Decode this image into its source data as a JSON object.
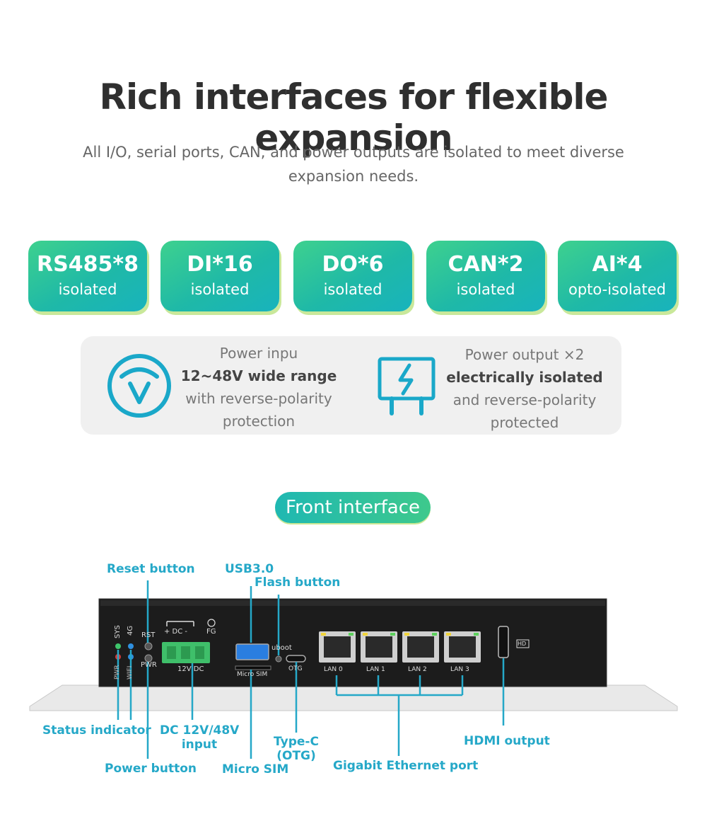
{
  "header": {
    "title": "Rich interfaces for flexible expansion",
    "subtitle": "All I/O, serial ports, CAN, and power outputs are isolated to meet diverse expansion needs."
  },
  "badges": [
    {
      "big": "RS485*8",
      "small": "isolated"
    },
    {
      "big": "DI*16",
      "small": "isolated"
    },
    {
      "big": "DO*6",
      "small": "isolated"
    },
    {
      "big": "CAN*2",
      "small": "isolated"
    },
    {
      "big": "AI*4",
      "small": "opto-isolated"
    }
  ],
  "power": {
    "input": {
      "line1": "Power inpu",
      "line2": "12~48V wide range",
      "line3": "with reverse-polarity",
      "line4": "protection"
    },
    "output": {
      "line1": "Power output ×2",
      "line2": "electrically isolated",
      "line3": "and reverse-polarity",
      "line4": "protected"
    }
  },
  "front": {
    "heading": "Front interface",
    "labels": {
      "reset": "Reset button",
      "usb": "USB3.0",
      "flash": "Flash button",
      "status": "Status indicator",
      "dc1": "DC 12V/48V",
      "dc2": "input",
      "power_btn": "Power button",
      "sim": "Micro SIM",
      "typec1": "Type-C",
      "typec2": "(OTG)",
      "ethernet": "Gigabit Ethernet port",
      "hdmi": "HDMI output"
    },
    "device": {
      "sys": "SYS",
      "g4": "4G",
      "pwr_led": "PWR",
      "wifi": "WIFI",
      "rst": "RST",
      "pwr": "PWR",
      "dc": "+ DC -",
      "fg": "FG",
      "v12": "12V DC",
      "uboot": "uboot",
      "microsim": "Micro SIM",
      "otg": "OTG",
      "hd": "HD",
      "lan": [
        "LAN 0",
        "LAN 1",
        "LAN 2",
        "LAN 3"
      ]
    }
  },
  "colors": {
    "accent": "#25a8c8",
    "green": "#3ed18e",
    "teal": "#1fb9a7"
  }
}
